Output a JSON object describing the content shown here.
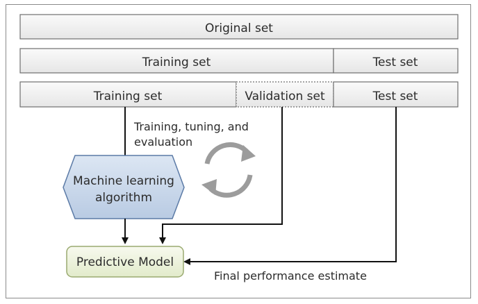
{
  "rows": {
    "original": {
      "label": "Original set"
    },
    "split1": {
      "training": "Training set",
      "test": "Test set"
    },
    "split2": {
      "training": "Training set",
      "validation": "Validation set",
      "test": "Test set"
    }
  },
  "annotations": {
    "process_line1": "Training, tuning, and",
    "process_line2": "evaluation",
    "final_estimate": "Final performance estimate"
  },
  "nodes": {
    "algorithm_line1": "Machine learning",
    "algorithm_line2": "algorithm",
    "model": "Predictive Model"
  },
  "colors": {
    "box_fill": "#f1f1f1",
    "box_stroke": "#6e6e6e",
    "hexagon_fill": "#c9d7ea",
    "hexagon_stroke": "#5b7aa6",
    "model_fill": "#eef3df",
    "model_stroke": "#9aaa70",
    "arrow": "#111111",
    "cycle_arrows": "#9c9c9c"
  },
  "icons": {
    "cycle": "refresh-cycle-icon"
  }
}
